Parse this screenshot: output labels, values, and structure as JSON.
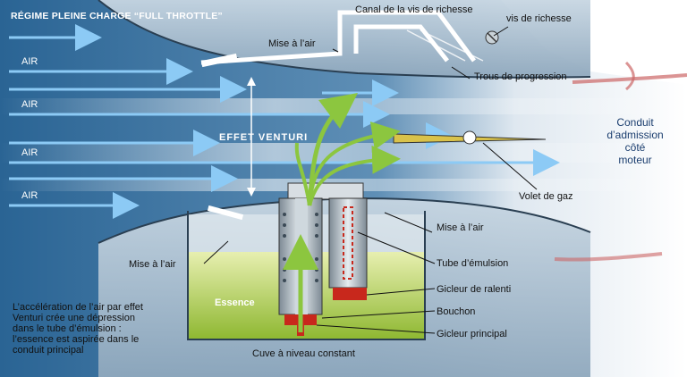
{
  "title": "RÉGIME PLEINE CHARGE “FULL THROTTLE”",
  "air_labels": [
    "AIR",
    "AIR",
    "AIR",
    "AIR"
  ],
  "effet_venturi": "EFFET   VENTURI",
  "labels": {
    "canal_vis_richesse": "Canal de la vis de richesse",
    "vis_richesse": "vis de richesse",
    "mise_air_top": "Mise à l’air",
    "trous_progression": "Trous de progression",
    "conduit_line1": "Conduit",
    "conduit_line2": "d’admission",
    "conduit_line3": "côté",
    "conduit_line4": "moteur",
    "volet_gaz": "Volet de gaz",
    "mise_air_right": "Mise à l’air",
    "mise_air_left": "Mise à l’air",
    "tube_emulsion": "Tube d’émulsion",
    "gicleur_ralenti": "Gicleur de ralenti",
    "bouchon": "Bouchon",
    "gicleur_principal": "Gicleur principal",
    "essence": "Essence",
    "cuve": "Cuve à niveau constant"
  },
  "caption": {
    "line1": "L’accélération de l’air par effet",
    "line2": "Venturi crée une dépression",
    "line3": "dans le tube d’émulsion :",
    "line4": "l’essence est aspirée dans le",
    "line5": "conduit principal"
  },
  "colors": {
    "background": "#2f6d9e",
    "venturi_wall": "#a9bfd0",
    "air_arrow": "#6fb3e8",
    "fuel": "#b8d35a",
    "jet_red": "#c8281c",
    "flow_green": "#8cc63f",
    "conduit_text": "#1a3d6e"
  }
}
